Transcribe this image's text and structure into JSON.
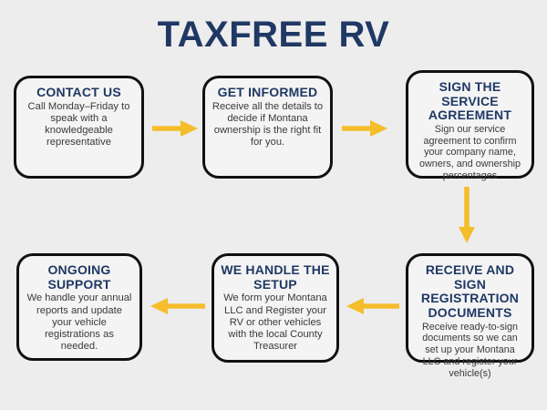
{
  "page": {
    "title": "TAXFREE RV",
    "background_color": "#ededed",
    "brand_navy": "#1f3864",
    "arrow_color": "#f5bd2b",
    "box_fill": "#f4f4f4",
    "box_border_color": "#111111",
    "body_text_color": "#3a3a3a"
  },
  "steps": [
    {
      "id": "contact-us",
      "order": 1,
      "title": "CONTACT US",
      "body": "Call Monday–Friday to speak with a knowledgeable representative"
    },
    {
      "id": "get-informed",
      "order": 2,
      "title": "GET INFORMED",
      "body": "Receive all the details to decide if Montana ownership is the right fit for you."
    },
    {
      "id": "sign-service-agreement",
      "order": 3,
      "title": "SIGN THE SERVICE AGREEMENT",
      "body": "Sign our service agreement to confirm your company name, owners, and ownership percentages"
    },
    {
      "id": "receive-and-sign-registration-documents",
      "order": 4,
      "title": "RECEIVE AND SIGN REGISTRATION DOCUMENTS",
      "body": "Receive ready-to-sign documents so we can set up your Montana LLC and register your vehicle(s)"
    },
    {
      "id": "we-handle-the-setup",
      "order": 5,
      "title": "WE HANDLE THE SETUP",
      "body": "We form your Montana LLC and Register your RV or other vehicles with the local County Treasurer"
    },
    {
      "id": "ongoing-support",
      "order": 6,
      "title": "ONGOING SUPPORT",
      "body": "We handle your annual reports and update your vehicle registrations as needed."
    }
  ],
  "arrows": [
    {
      "id": "contact-to-informed",
      "direction": "right",
      "from": "contact-us",
      "to": "get-informed"
    },
    {
      "id": "informed-to-sign",
      "direction": "right",
      "from": "get-informed",
      "to": "sign-service-agreement"
    },
    {
      "id": "sign-to-receive",
      "direction": "down",
      "from": "sign-service-agreement",
      "to": "receive-and-sign-registration-documents"
    },
    {
      "id": "receive-to-setup",
      "direction": "left",
      "from": "receive-and-sign-registration-documents",
      "to": "we-handle-the-setup"
    },
    {
      "id": "setup-to-support",
      "direction": "left",
      "from": "we-handle-the-setup",
      "to": "ongoing-support"
    }
  ]
}
